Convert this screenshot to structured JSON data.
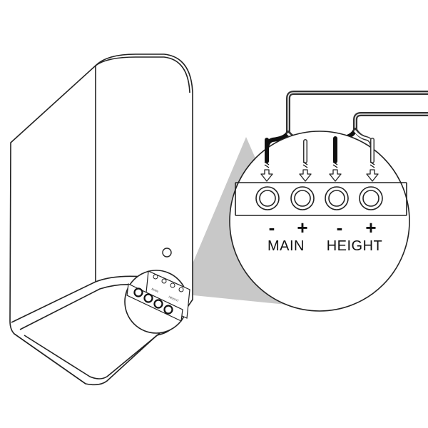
{
  "terminals": {
    "main": {
      "label": "MAIN",
      "minus": "-",
      "plus": "+"
    },
    "height": {
      "label": "HEIGHT",
      "minus": "-",
      "plus": "+"
    }
  },
  "small_panel": {
    "main_label": "MAIN",
    "height_label": "HEIGHT"
  },
  "colors": {
    "line": "#222222",
    "callout_fill": "#c8c8c8",
    "wire_outer": "#333333",
    "wire_inner": "#ffffff"
  }
}
